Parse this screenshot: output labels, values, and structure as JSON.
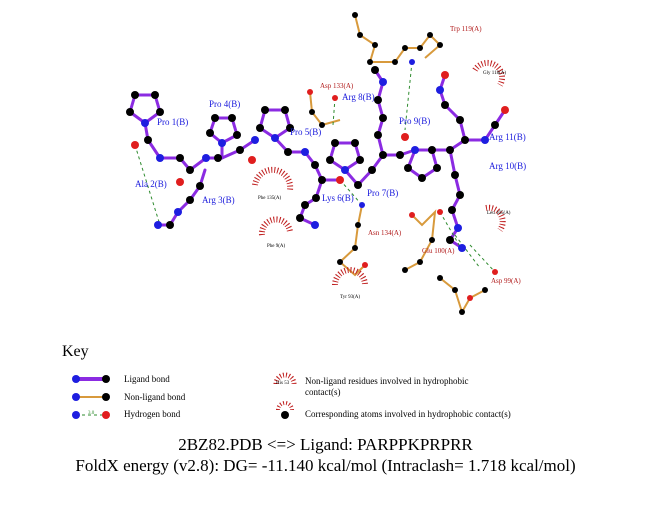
{
  "ligand_residues": [
    {
      "label": "Pro 1(B)"
    },
    {
      "label": "Ala 2(B)"
    },
    {
      "label": "Arg 3(B)"
    },
    {
      "label": "Pro 4(B)"
    },
    {
      "label": "Pro 5(B)"
    },
    {
      "label": "Lys 6(B)"
    },
    {
      "label": "Pro 7(B)"
    },
    {
      "label": "Arg 8(B)"
    },
    {
      "label": "Pro 9(B)"
    },
    {
      "label": "Arg 10(B)"
    },
    {
      "label": "Arg 11(B)"
    }
  ],
  "receptor_residues": [
    {
      "label": "Trp 119(A)"
    },
    {
      "label": "Asp 133(A)"
    },
    {
      "label": "Asn 134(A)"
    },
    {
      "label": "Glu 100(A)"
    },
    {
      "label": "Asp 99(A)"
    }
  ],
  "hydrophobic_residues": [
    {
      "label": "Gly 118(A)"
    },
    {
      "label": "Phe 135(A)"
    },
    {
      "label": "Phe 9(A)"
    },
    {
      "label": "Leu 105(A)"
    },
    {
      "label": "Tyr 93(A)"
    }
  ],
  "key": {
    "title": "Key",
    "ligand_bond": "Ligand bond",
    "nonligand_bond": "Non-ligand bond",
    "hydrogen_bond": "Hydrogen bond",
    "hbond_distance": "3.0",
    "nonligand_hydrophobic_line1": "Non-ligand residues involved in hydrophobic",
    "nonligand_hydrophobic_line2": "contact(s)",
    "nonligand_hydrophobic_example": "His 53",
    "corresponding_atoms": "Corresponding atoms involved in hydrophobic contact(s)"
  },
  "caption": {
    "line1": "2BZ82.PDB <=> Ligand: PARPPKPRPRR",
    "line2": "FoldX energy (v2.8): DG= -11.140 kcal/mol (Intraclash= 1.718 kcal/mol)"
  },
  "colors": {
    "ligand_bond": "#8b2be2",
    "nonligand_bond": "#d89a3c",
    "hbond": "#2e8b2e",
    "carbon": "#000000",
    "nitrogen": "#1e1ee0",
    "oxygen": "#e01e1e",
    "ligand_label": "#1a1adc",
    "residue_label": "#b01818",
    "hydrophobic_arc": "#c02020"
  }
}
